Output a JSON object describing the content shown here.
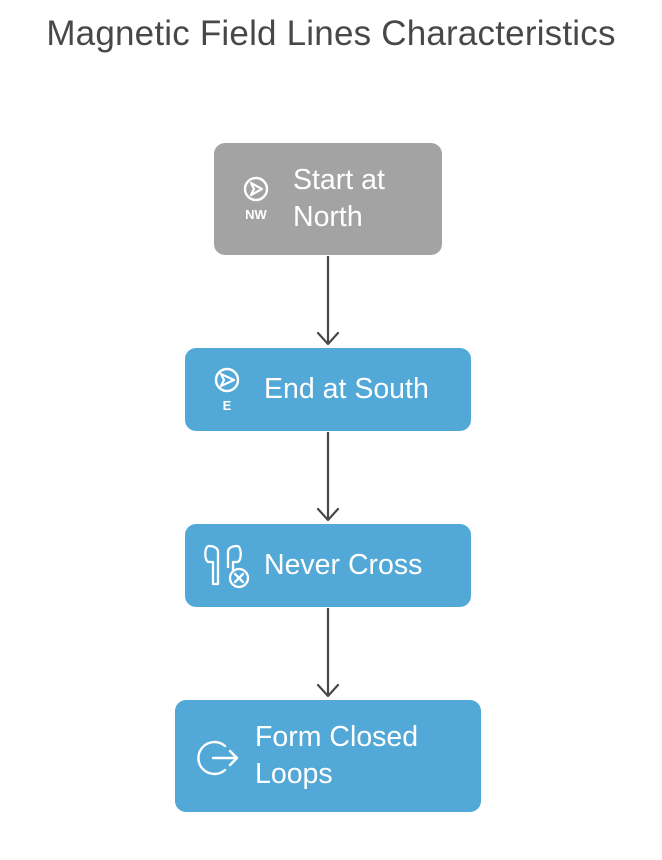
{
  "diagram": {
    "title": "Magnetic Field Lines Characteristics",
    "nodes": [
      {
        "label": "Start at North",
        "icon": "compass-northwest-icon",
        "icon_text": "NW",
        "color": "#a3a3a3"
      },
      {
        "label": "End at South",
        "icon": "compass-east-icon",
        "icon_text": "E",
        "color": "#52a8d7"
      },
      {
        "label": "Never Cross",
        "icon": "earbuds-cross-icon",
        "color": "#52a8d7"
      },
      {
        "label": "Form Closed Loops",
        "icon": "loop-arrow-icon",
        "color": "#52a8d7"
      }
    ],
    "edges": [
      {
        "from": "Start at North",
        "to": "End at South"
      },
      {
        "from": "End at South",
        "to": "Never Cross"
      },
      {
        "from": "Never Cross",
        "to": "Form Closed Loops"
      }
    ],
    "arrow_color": "#484848"
  }
}
